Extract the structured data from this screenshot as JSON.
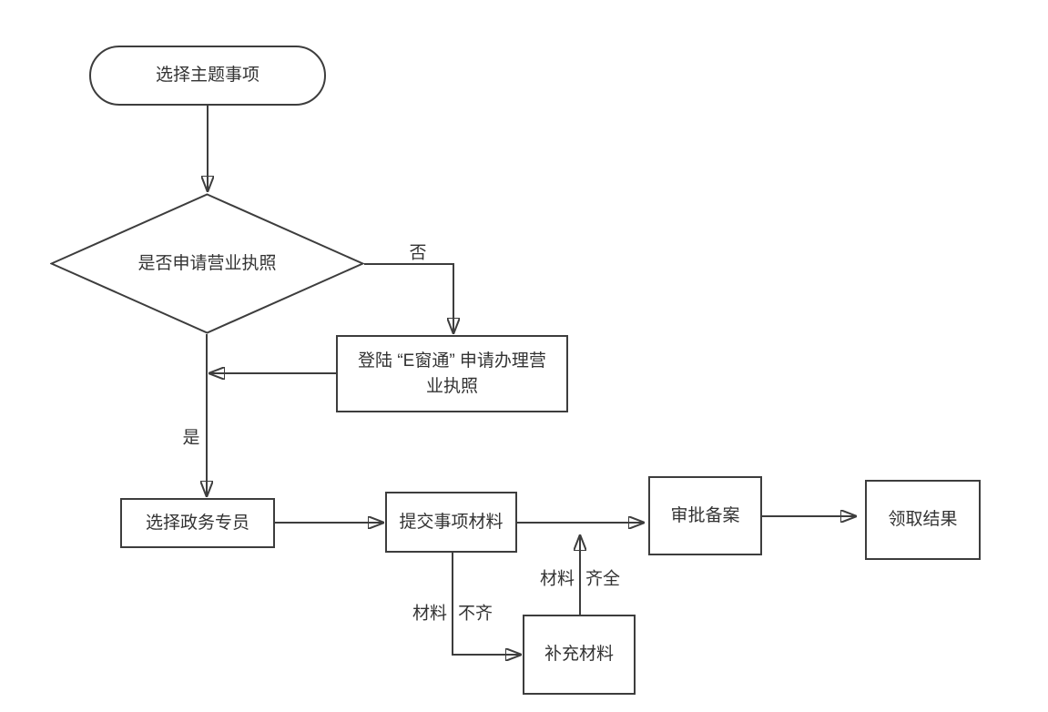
{
  "diagram": {
    "type": "flowchart",
    "nodes": {
      "start": {
        "label": "选择主题事项",
        "shape": "stadium"
      },
      "decision": {
        "label": "是否申请营业执照",
        "shape": "diamond"
      },
      "ewindow": {
        "label": "登陆 “E窗通” 申请办理营\n业执照",
        "shape": "rect"
      },
      "specialist": {
        "label": "选择政务专员",
        "shape": "rect"
      },
      "submit": {
        "label": "提交事项材料",
        "shape": "rect"
      },
      "approval": {
        "label": "审批备案",
        "shape": "rect"
      },
      "result": {
        "label": "领取结果",
        "shape": "rect"
      },
      "supplement": {
        "label": "补充材料",
        "shape": "rect"
      }
    },
    "edge_labels": {
      "no": "否",
      "yes": "是",
      "incomplete": {
        "left": "材料",
        "right": "不齐"
      },
      "complete": {
        "left": "材料",
        "right": "齐全"
      }
    },
    "edges": [
      "start -> decision",
      "decision -> ewindow (否)",
      "ewindow -> yes-branch-line",
      "decision -> specialist (是)",
      "specialist -> submit",
      "submit -> approval",
      "approval -> result",
      "submit -> supplement (材料 不齐)",
      "supplement -> approval-line (材料 齐全)"
    ],
    "colors": {
      "line": "#3d3d3d",
      "text": "#333333",
      "background": "#ffffff"
    }
  }
}
